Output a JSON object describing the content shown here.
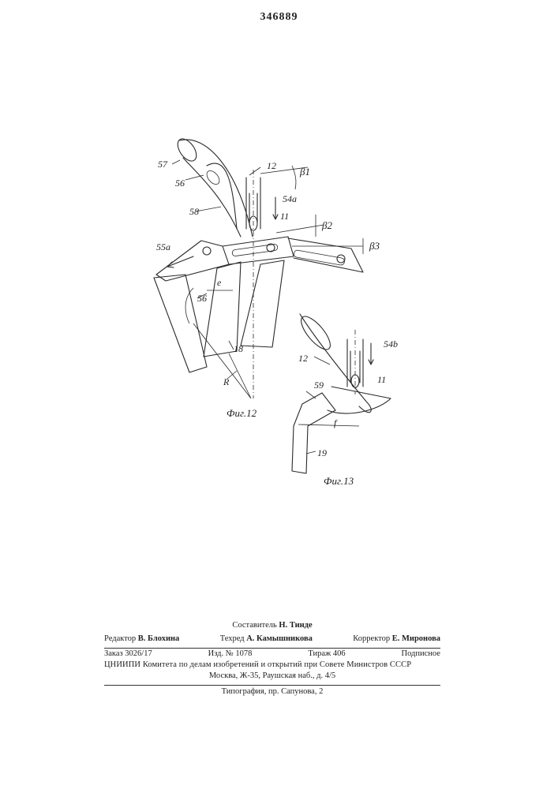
{
  "patent_number": "346889",
  "figures": {
    "fig12": {
      "caption": "Фиг.12",
      "labels": {
        "l57": "57",
        "l56b_top": "56",
        "l58": "58",
        "l12": "12",
        "l54a": "54а",
        "l11": "11",
        "l55a": "55а",
        "l56b": "56",
        "le": "е",
        "l18": "18",
        "lR": "R",
        "beta1": "β1",
        "beta2": "β2",
        "beta3": "β3"
      }
    },
    "fig13": {
      "caption": "Фиг.13",
      "labels": {
        "l54b": "54b",
        "l12": "12",
        "l11": "11",
        "l59": "59",
        "lf": "f",
        "l19": "19"
      }
    }
  },
  "imprint": {
    "composer": "Составитель",
    "composer_name": "Н. Тинде",
    "editor": "Редактор",
    "editor_name": "В. Блохина",
    "techred": "Техред",
    "techred_name": "А. Камышникова",
    "corrector": "Корректор",
    "corrector_name": "Е. Миронова",
    "order": "Заказ 3026/17",
    "edition": "Изд. № 1078",
    "print_run": "Тираж 406",
    "subscription": "Подписное",
    "org_line1": "ЦНИИПИ Комитета по делам изобретений и открытий при Совете Министров СССР",
    "org_line2": "Москва, Ж-35, Раушская наб., д. 4/5",
    "typography": "Типография, пр. Сапунова, 2"
  }
}
